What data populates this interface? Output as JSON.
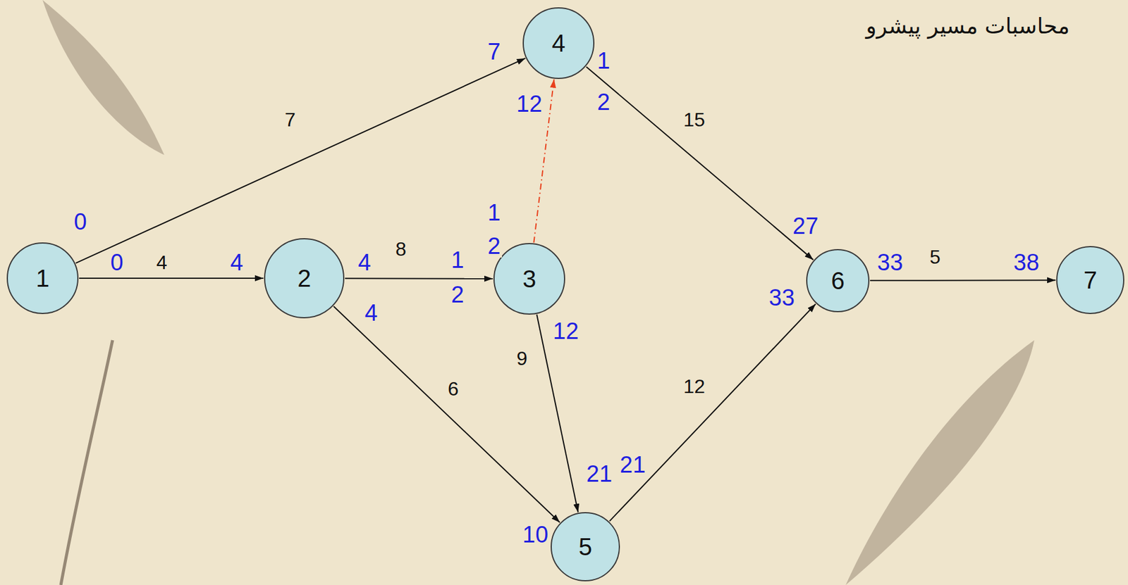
{
  "diagram": {
    "title": "محاسبات مسیر پیشرو",
    "nodes": [
      {
        "text": [
          "1"
        ]
      },
      {
        "text": [
          "2"
        ]
      },
      {
        "text": [
          "3"
        ]
      },
      {
        "text": [
          "4"
        ]
      },
      {
        "text": [
          "5"
        ]
      },
      {
        "text": [
          "6"
        ]
      },
      {
        "text": [
          "7"
        ]
      }
    ],
    "edges": [
      {
        "from": 0,
        "to": 3,
        "label": "7",
        "arrow": "to"
      },
      {
        "from": 0,
        "to": 1,
        "label": "4",
        "arrow": "to"
      },
      {
        "from": 1,
        "to": 2,
        "label": "8",
        "arrow": "to"
      },
      {
        "from": 1,
        "to": 4,
        "label": "6",
        "arrow": "to"
      },
      {
        "from": 2,
        "to": 3,
        "arrow": "to"
      },
      {
        "from": 2,
        "to": 4,
        "label": "9",
        "arrow": "to"
      },
      {
        "from": 3,
        "to": 5,
        "label": "15",
        "arrow": "to"
      },
      {
        "from": 4,
        "to": 5,
        "label": "12",
        "arrow": "to"
      },
      {
        "from": 5,
        "to": 6,
        "label": "5",
        "arrow": "to"
      }
    ],
    "labels": [
      "0",
      "0",
      "4",
      "4",
      "1",
      "2",
      "4",
      "1",
      "2",
      "12",
      "7",
      "12",
      "1",
      "2",
      "21",
      "10",
      "21",
      "27",
      "33",
      "33",
      "38"
    ]
  }
}
